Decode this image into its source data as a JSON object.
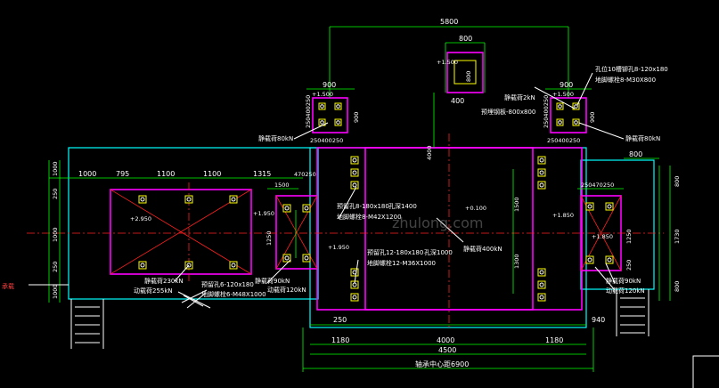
{
  "dimensions": {
    "top_total": "5800",
    "top_box_width": "800",
    "left_box_width": "900",
    "right_box_width": "900",
    "left_box_vert": "250400250",
    "left_box_vert_right": "900",
    "right_box_vert": "250400250",
    "right_box_vert_right": "900",
    "left_box_bottom": "250400250",
    "right_box_bottom": "250400250",
    "top_box_offset": "400",
    "top_box_vert": "800",
    "left_spans": [
      "1000",
      "795",
      "1100",
      "1100",
      "1315",
      "470250"
    ],
    "left_side_vert": [
      "1000",
      "250",
      "1000",
      "250",
      "1000"
    ],
    "small_left_dim": "1500",
    "small_left_vert": "1250",
    "center_vert_a": "4000",
    "center_vert_b": "1500",
    "center_vert_c": "1300",
    "right_width": "800",
    "right_spans": "250470250",
    "right_vert": [
      "800",
      "1730",
      "800"
    ],
    "right_small_vert": "1250",
    "right_small_vert_b": "250",
    "bottom_250": "250",
    "bottom_940": "940",
    "bottom_1180_left": "1180",
    "bottom_4000": "4000",
    "bottom_1180_right": "1180",
    "bottom_4500": "4500",
    "axle_distance": "轴承中心距6900"
  },
  "elevations": {
    "left_main": "+2.950",
    "left_small": "+1.950",
    "left_small_b": "+1.950",
    "center": "+0.100",
    "right_small": "+1.850",
    "right_small_b": "+1.850",
    "top_box": "+1.500",
    "left_box": "+1.500",
    "right_box": "+1.500"
  },
  "notes": {
    "left_box_load": "静载荷80kN",
    "right_box_load": "静载荷80kN",
    "top_box_note_1": "孔位10槽铆孔8-120x180",
    "top_box_note_2": "地脚螺栓8-M30X800",
    "top_box_embed": "预埋钢板-800x800",
    "top_box_load": "静载荷2kN",
    "center_hole": "预留孔8-180x180",
    "center_hole_depth": "孔深1400",
    "center_bolt": "地脚螺栓8-M42X1200",
    "center_load": "静载荷400kN",
    "center_hole_b": "预留孔12-180x180",
    "center_hole_b_depth": "孔深1000",
    "center_bolt_b": "地脚螺栓12-M36X1000",
    "left_static": "静载荷230kN",
    "left_dynamic": "动载荷255kN",
    "left_hole": "预留孔6-120x180",
    "left_bolt": "地脚螺栓6-M48X1000",
    "small_left_static": "静载荷90kN",
    "small_left_dynamic": "动载荷120kN",
    "right_static": "静载荷90kN",
    "right_dynamic": "动载荷120kN",
    "edge_label": "承载"
  },
  "watermark": "zhulong.com",
  "colors": {
    "outline_cyan": "#00ffff",
    "foundation_magenta": "#ff00ff",
    "dimension_green": "#00ff00",
    "centerline_red": "#ff2020",
    "bolt_yellow": "#ffff00",
    "background": "#000000"
  }
}
